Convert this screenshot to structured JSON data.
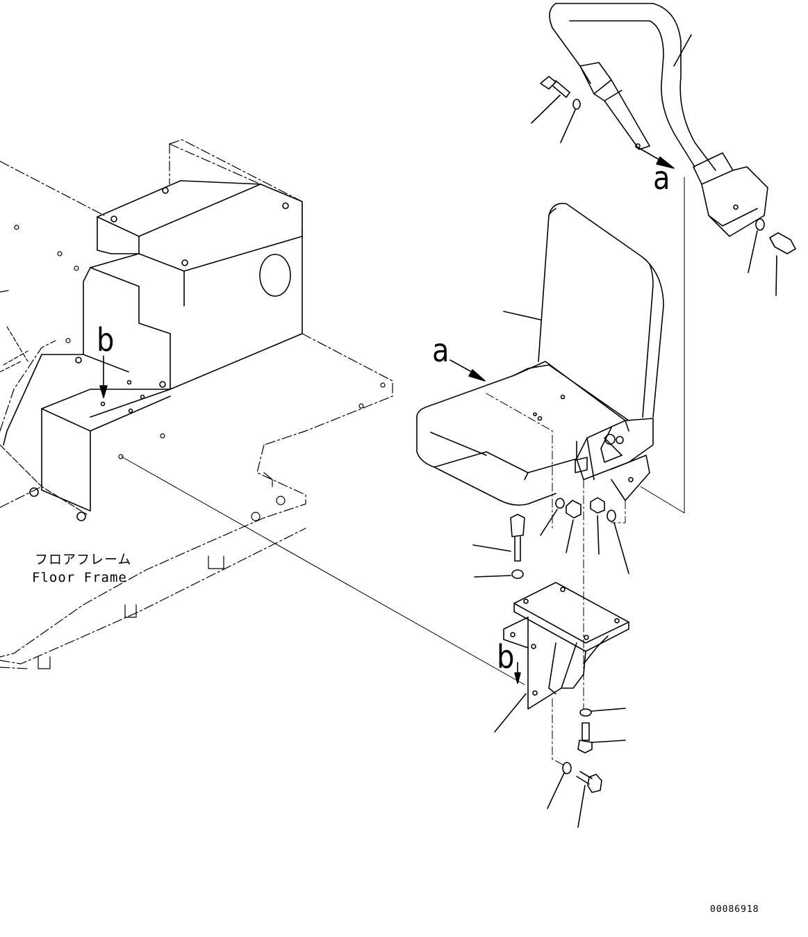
{
  "labels": {
    "ref_a_top": "a",
    "ref_a_seat": "a",
    "ref_b_frame": "b",
    "ref_b_bracket": "b",
    "floor_frame_jp": "フロアフレーム",
    "floor_frame_en": "Floor Frame",
    "doc_number": "00086918"
  },
  "colors": {
    "line": "#000000",
    "background": "#ffffff"
  }
}
